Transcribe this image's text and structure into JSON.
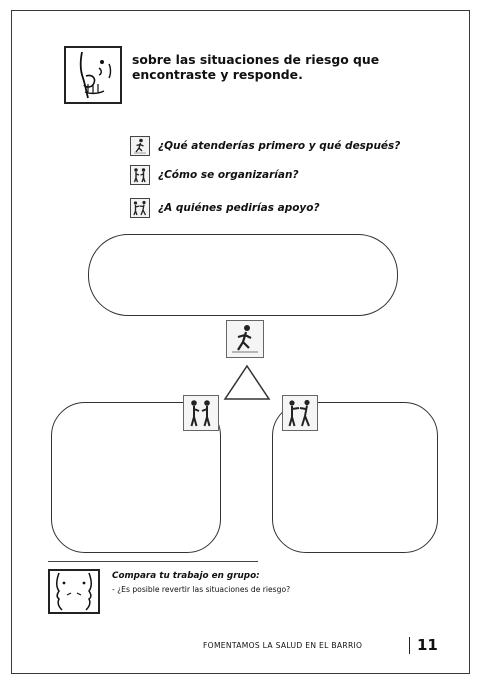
{
  "instruction": {
    "text_line1": "sobre las situaciones de riesgo que",
    "text_line2": "encontraste y responde.",
    "icon": "thinking-person-icon"
  },
  "questions": [
    {
      "text": "¿Qué atenderías primero y qué después?",
      "icon": "running-person-icon"
    },
    {
      "text": "¿Cómo se organizarían?",
      "icon": "two-people-talking-icon"
    },
    {
      "text": "¿A quiénes pedirías apoyo?",
      "icon": "people-helping-icon"
    }
  ],
  "diagram": {
    "center_icon": "running-person-icon",
    "left_icon": "two-people-talking-icon",
    "right_icon": "people-helping-icon"
  },
  "compare": {
    "title": "Compara tu trabajo en grupo:",
    "question": "- ¿Es posible revertir las situaciones de riesgo?",
    "icon": "two-faces-dialogue-icon"
  },
  "footer": {
    "title": "FOMENTAMOS LA SALUD EN EL BARRIO",
    "page_number": "11"
  }
}
